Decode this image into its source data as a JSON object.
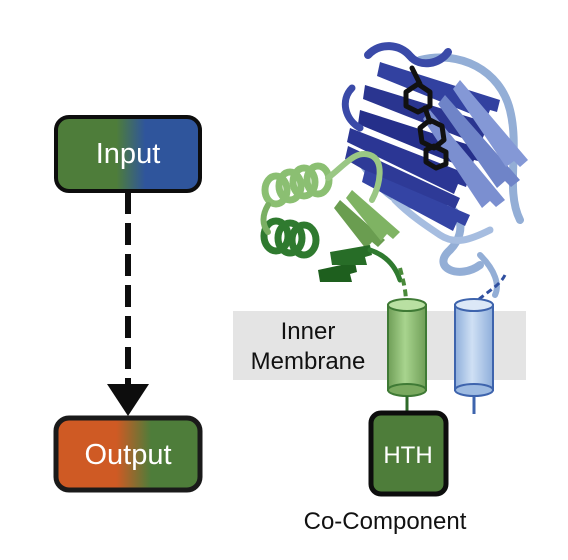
{
  "diagram": {
    "input_label": "Input",
    "output_label": "Output",
    "membrane_label_line1": "Inner",
    "membrane_label_line2": "Membrane",
    "hth_label": "HTH",
    "caption": "Co-Component"
  },
  "colors": {
    "green": "#4e7d3a",
    "blue": "#2f559c",
    "orange": "#cf5a24",
    "dark_green": "#1e5f1e",
    "membrane": "#e4e4e4",
    "light_green_tm": "#8fbf74",
    "light_blue_tm": "#a9c4e6",
    "protein_navy": "#252f8a",
    "protein_periwinkle": "#6f84c8",
    "protein_lightblue": "#93aed6",
    "protein_lightgreen": "#86b370",
    "ligand": "#111111"
  }
}
